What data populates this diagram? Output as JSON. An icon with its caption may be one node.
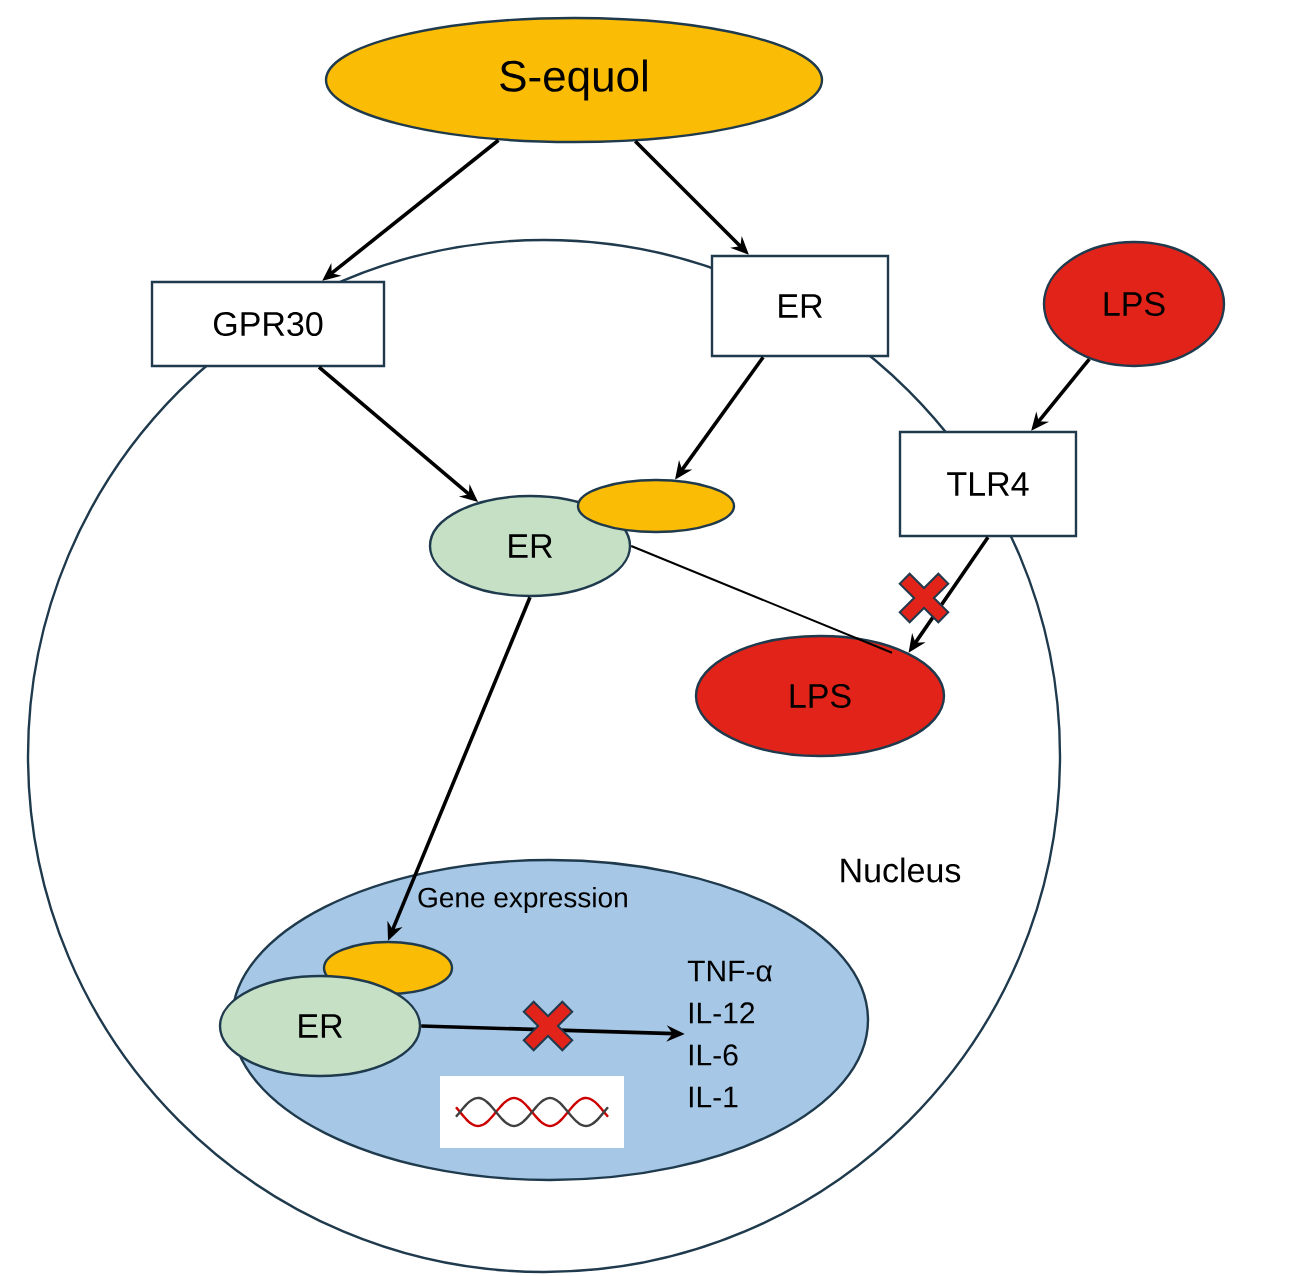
{
  "diagram": {
    "nodes": [
      {
        "text": [
          "S-equol"
        ]
      },
      {
        "text": [
          "GPR30"
        ]
      },
      {
        "text": [
          "ER"
        ]
      },
      {
        "text": [
          "LPS"
        ]
      },
      {
        "text": [
          "TLR4"
        ]
      },
      {
        "text": [
          "ER"
        ]
      },
      {
        "text": [],
        "shape": "ellipse"
      },
      {
        "text": [
          "LPS"
        ]
      },
      {
        "text": [
          "Gene expression"
        ]
      },
      {
        "text": [],
        "shape": "ellipse",
        "in": 8
      },
      {
        "text": [
          "ER"
        ],
        "in": 8
      },
      {
        "text": [
          "TNF-α",
          "IL-12",
          "IL-6",
          "IL-1"
        ],
        "in": 8
      },
      {
        "text": [],
        "shape": "picture",
        "in": 8
      }
    ],
    "edges": [
      {
        "from": 0,
        "to": 1,
        "arrow": "to"
      },
      {
        "from": 0,
        "to": 2,
        "arrow": "to"
      },
      {
        "from": 1,
        "to": 5,
        "arrow": "to"
      },
      {
        "from": 2,
        "to": 6,
        "arrow": "to"
      },
      {
        "from": 3,
        "to": 4,
        "arrow": "to"
      },
      {
        "from": 5,
        "to": 7,
        "arrow": "none"
      },
      {
        "from": 4,
        "to": 7,
        "arrow": "to"
      },
      {
        "from": 5,
        "to": 9,
        "arrow": "to"
      },
      {
        "from": 10,
        "to": 11,
        "arrow": "to"
      }
    ],
    "labels": [
      "Nucleus"
    ]
  }
}
